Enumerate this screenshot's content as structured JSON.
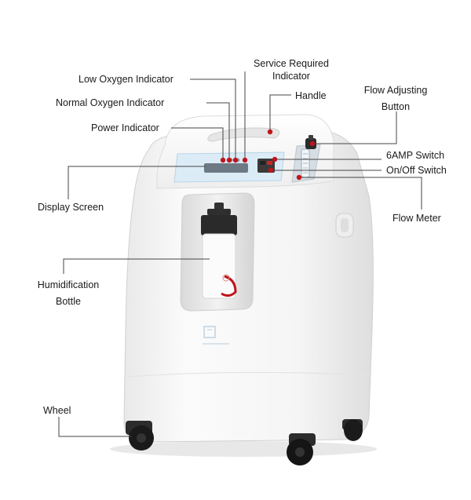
{
  "labels": {
    "service_required_line1": "Service Required",
    "service_required_line2": "Indicator",
    "low_oxygen": "Low Oxygen Indicator",
    "flow_adjusting_line1": "Flow Adjusting",
    "flow_adjusting_line2": "Button",
    "normal_oxygen": "Normal Oxygen Indicator",
    "handle": "Handle",
    "power": "Power Indicator",
    "six_amp": "6AMP Switch",
    "on_off": "On/Off Switch",
    "display_screen": "Display Screen",
    "flow_meter": "Flow Meter",
    "humidification_line1": "Humidification",
    "humidification_line2": "Bottle",
    "wheel": "Wheel"
  },
  "colors": {
    "leader_line": "#444444",
    "marker_dot": "#c0141b",
    "body_white": "#f7f7f7",
    "body_shade": "#e4e4e4",
    "panel_blue": "#dcecf7"
  }
}
